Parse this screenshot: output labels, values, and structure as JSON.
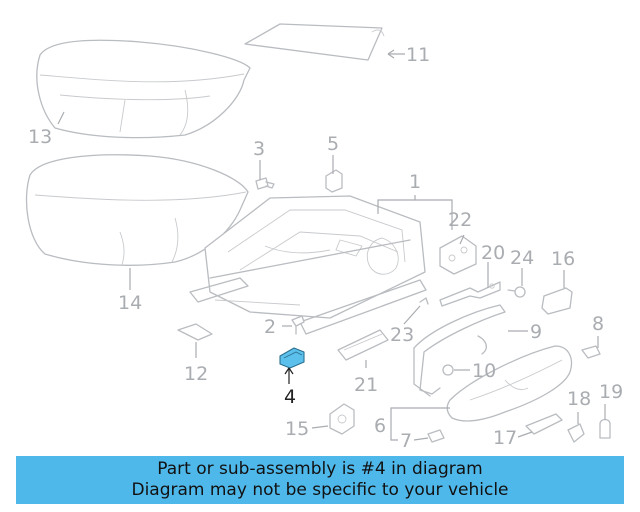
{
  "diagram": {
    "highlight_color": "#5bc0eb",
    "callouts": [
      "1",
      "2",
      "3",
      "4",
      "5",
      "6",
      "7",
      "8",
      "9",
      "10",
      "11",
      "12",
      "13",
      "14",
      "15",
      "16",
      "17",
      "18",
      "19",
      "20",
      "21",
      "22",
      "23",
      "24"
    ],
    "active_callout": "4"
  },
  "banner": {
    "line1": "Part or sub-assembly is #4 in diagram",
    "line2": "Diagram may not be specific to your vehicle",
    "background": "#4fb8ea"
  }
}
